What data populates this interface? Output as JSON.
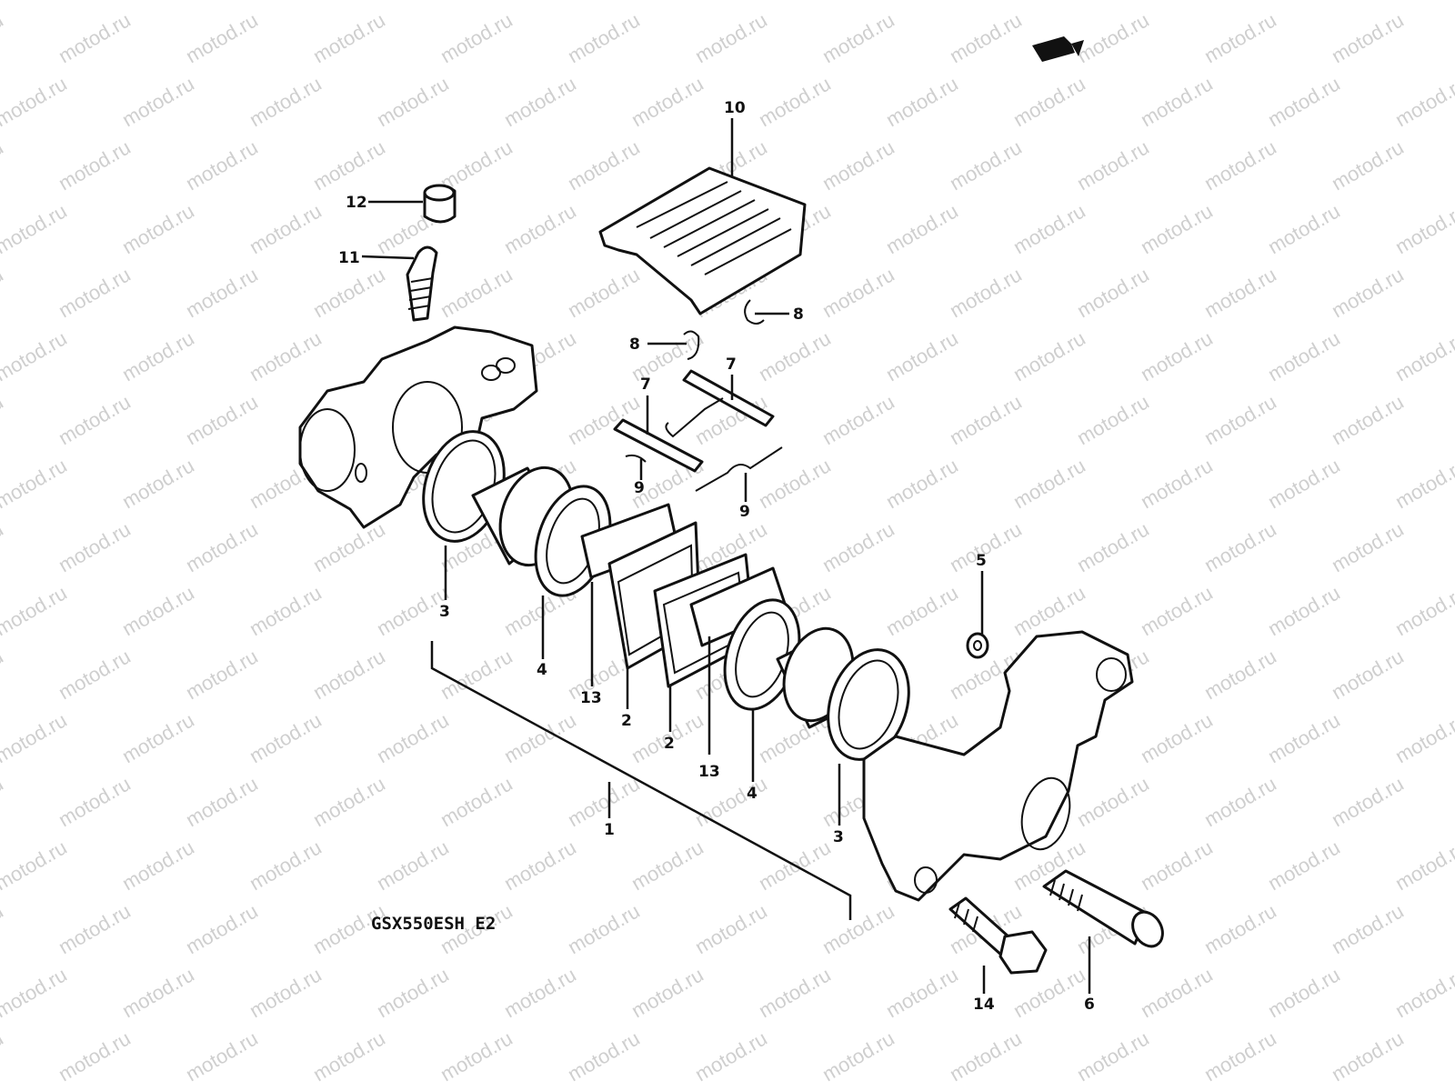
{
  "diagram": {
    "model_label": "GSX550ESH E2",
    "watermark_text": "motod.ru",
    "callouts": {
      "c1": "1",
      "c2a": "2",
      "c2b": "2",
      "c3a": "3",
      "c3b": "3",
      "c4a": "4",
      "c4b": "4",
      "c5": "5",
      "c6": "6",
      "c7a": "7",
      "c7b": "7",
      "c8a": "8",
      "c8b": "8",
      "c9a": "9",
      "c9b": "9",
      "c10": "10",
      "c11": "11",
      "c12": "12",
      "c13a": "13",
      "c13b": "13",
      "c14": "14"
    },
    "colors": {
      "ink": "#111111",
      "paper": "#ffffff",
      "watermark": "#cfcfcf"
    },
    "icons": {
      "front_indicator": "arrow-right-icon"
    }
  }
}
